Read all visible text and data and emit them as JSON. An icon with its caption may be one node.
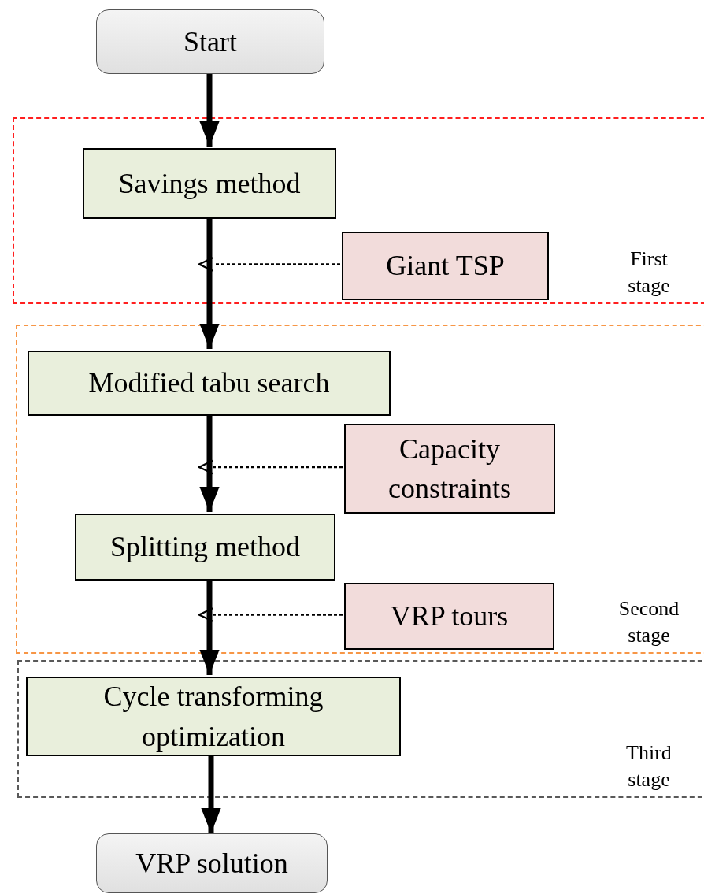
{
  "diagram": {
    "nodes": [
      {
        "text": [
          "Start"
        ]
      },
      {
        "text": [
          "First stage"
        ]
      },
      {
        "text": [
          "Savings method"
        ],
        "in": 1
      },
      {
        "text": [
          "Giant TSP"
        ],
        "in": 1
      },
      {
        "text": [
          "Second stage"
        ]
      },
      {
        "text": [
          "Modified tabu search"
        ],
        "in": 4
      },
      {
        "text": [
          "Capacity constraints"
        ],
        "in": 4
      },
      {
        "text": [
          "Splitting method"
        ],
        "in": 4
      },
      {
        "text": [
          "VRP tours"
        ],
        "in": 4
      },
      {
        "text": [
          "Third stage"
        ]
      },
      {
        "text": [
          "Cycle transforming optimization"
        ],
        "in": 9
      },
      {
        "text": [
          "VRP solution"
        ]
      }
    ],
    "edges": [
      {
        "from": 0,
        "to": 2,
        "arrow": "to"
      },
      {
        "from": 2,
        "to": 5,
        "arrow": "to"
      },
      {
        "from": 3,
        "to": null,
        "arrow": "to",
        "style": "dashed"
      },
      {
        "from": 5,
        "to": 7,
        "arrow": "to"
      },
      {
        "from": 6,
        "to": null,
        "arrow": "to",
        "style": "dashed"
      },
      {
        "from": 7,
        "to": 10,
        "arrow": "to"
      },
      {
        "from": 8,
        "to": null,
        "arrow": "to",
        "style": "dashed"
      },
      {
        "from": 10,
        "to": 11,
        "arrow": "to"
      }
    ]
  }
}
